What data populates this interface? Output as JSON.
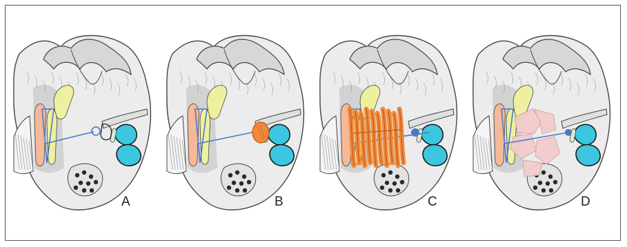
{
  "figure": {
    "panels": [
      {
        "label": "A",
        "implant": "ring"
      },
      {
        "label": "B",
        "implant": "orange-disc"
      },
      {
        "label": "C",
        "implant": "orange-strips"
      },
      {
        "label": "D",
        "implant": "pink-fragments"
      }
    ]
  },
  "colors": {
    "frame": "#5a5a5a",
    "bone_fill": "#ececec",
    "bone_shade": "#bdbdbd",
    "bone_line": "#444444",
    "canal_yellow": "#eef0a0",
    "ossicle_pink": "#f5b99a",
    "cyan": "#3cc6df",
    "blue_line": "#4a79c9",
    "orange": "#f08a3a",
    "pink": "#f3cccc"
  }
}
